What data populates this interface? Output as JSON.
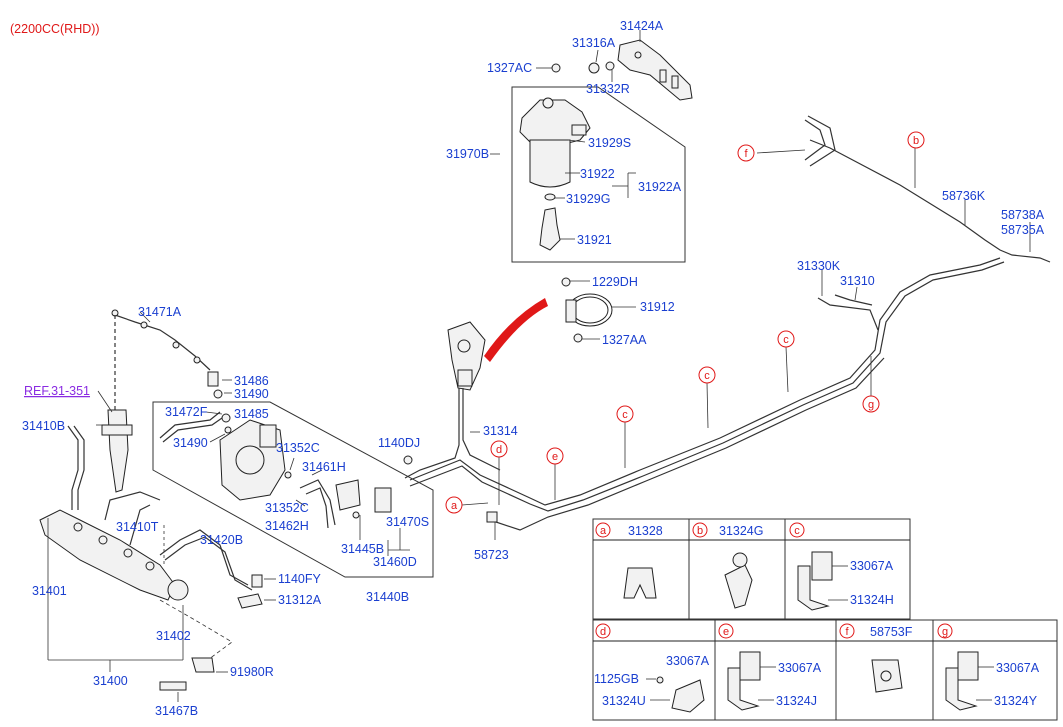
{
  "header": {
    "variant": "(2200CC(RHD))"
  },
  "colors": {
    "part_number": "#1a3fd0",
    "callout": "#e01818",
    "reference": "#8a2be2"
  },
  "labels": {
    "p31424A": "31424A",
    "p31316A": "31316A",
    "p1327AC": "1327AC",
    "p31332R": "31332R",
    "p31929S": "31929S",
    "p31970B": "31970B",
    "p31922": "31922",
    "p31922A": "31922A",
    "p31929G": "31929G",
    "p31921": "31921",
    "p1229DH": "1229DH",
    "p31912": "31912",
    "p1327AA": "1327AA",
    "p58736K": "58736K",
    "p58738A": "58738A",
    "p58735A": "58735A",
    "p31330K": "31330K",
    "p31310": "31310",
    "p31471A": "31471A",
    "p31486": "31486",
    "p31490a": "31490",
    "p31485": "31485",
    "p31472F": "31472F",
    "p31490b": "31490",
    "ref": "REF.31-351",
    "p31410B": "31410B",
    "p31352C_a": "31352C",
    "p31461H": "31461H",
    "p1140DJ": "1140DJ",
    "p31314": "31314",
    "p31352C_b": "31352C",
    "p31462H": "31462H",
    "p31470S": "31470S",
    "p31445B": "31445B",
    "p31460D": "31460D",
    "p31410T": "31410T",
    "p31420B": "31420B",
    "p1140FY": "1140FY",
    "p31312A": "31312A",
    "p31440B": "31440B",
    "p31401": "31401",
    "p31402": "31402",
    "p31400": "31400",
    "p91980R": "91980R",
    "p31467B": "31467B",
    "p58723": "58723"
  },
  "callouts": {
    "a": "a",
    "b": "b",
    "c": "c",
    "d": "d",
    "e": "e",
    "f": "f",
    "g": "g"
  },
  "legend": {
    "a": {
      "letter": "a",
      "part": "31328"
    },
    "b": {
      "letter": "b",
      "part": "31324G"
    },
    "c": {
      "letter": "c",
      "part1": "33067A",
      "part2": "31324H"
    },
    "d": {
      "letter": "d",
      "part1": "33067A",
      "part2": "1125GB",
      "part3": "31324U"
    },
    "e": {
      "letter": "e",
      "part1": "33067A",
      "part2": "31324J"
    },
    "f": {
      "letter": "f",
      "part": "58753F"
    },
    "g": {
      "letter": "g",
      "part1": "33067A",
      "part2": "31324Y"
    }
  }
}
